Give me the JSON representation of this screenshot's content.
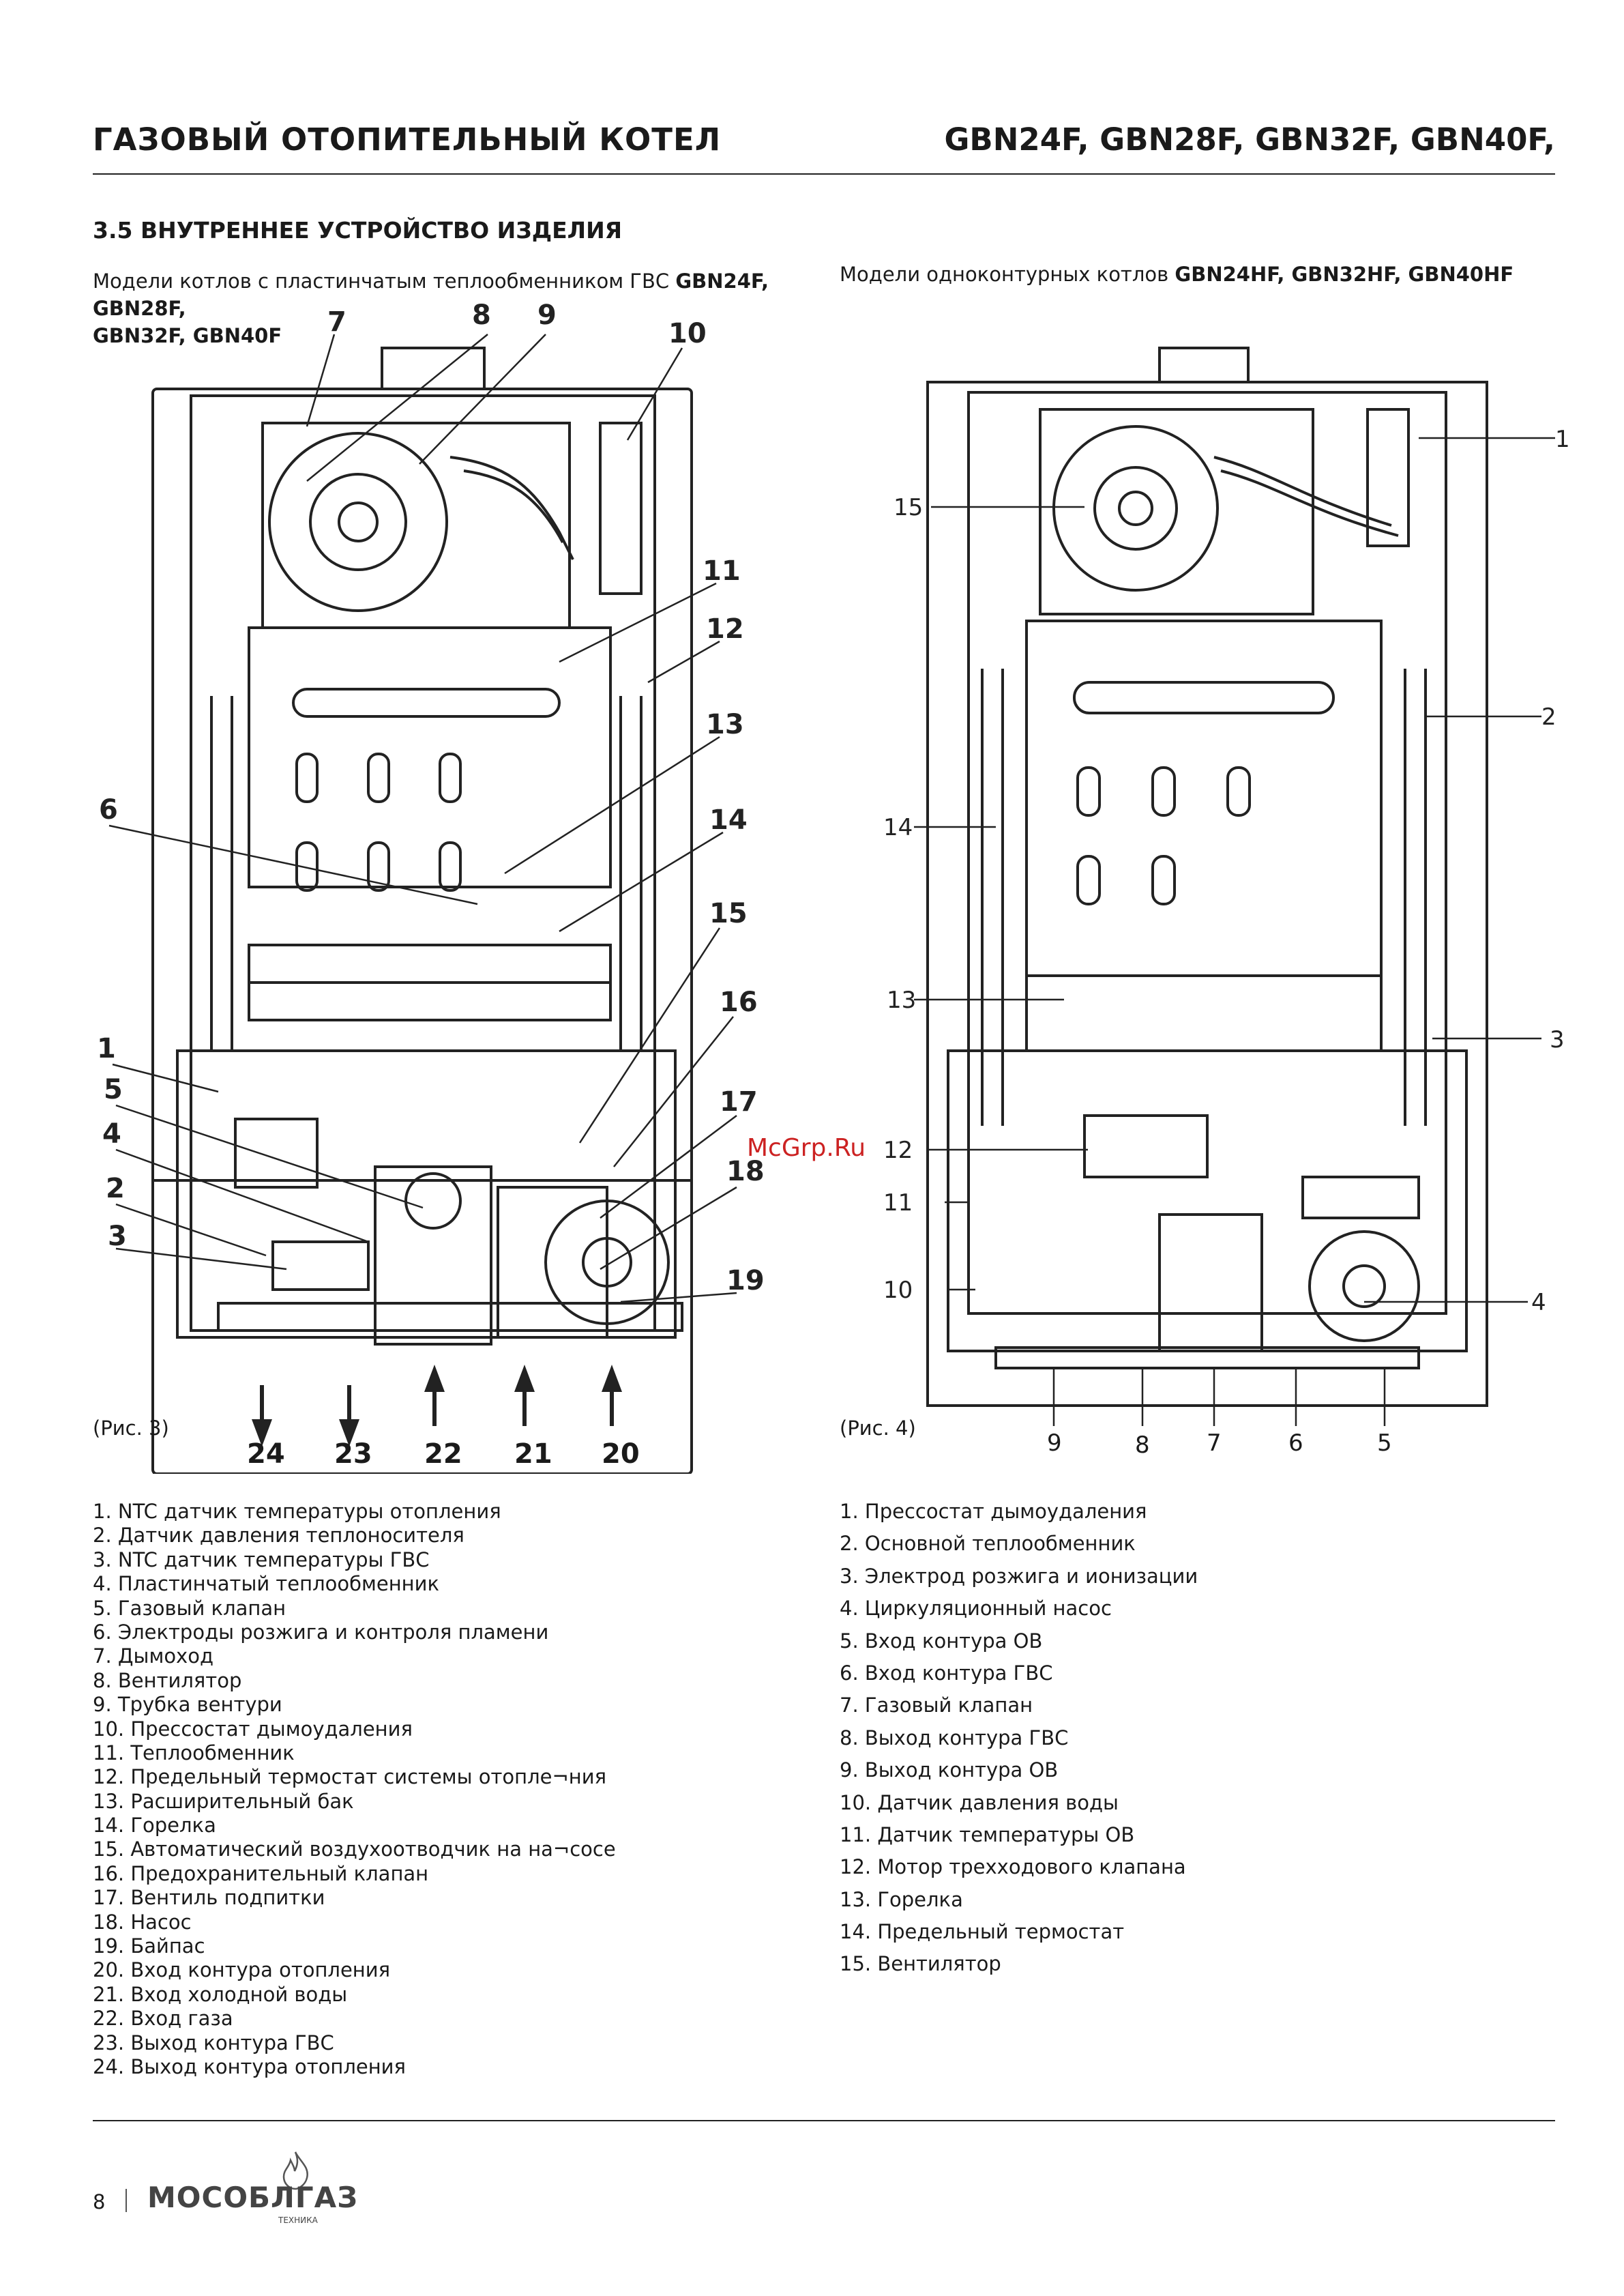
{
  "header": {
    "title": "ГАЗОВЫЙ ОТОПИТЕЛЬНЫЙ КОТЕЛ",
    "models": "GBN24F, GBN28F, GBN32F, GBN40F,"
  },
  "section_title": "3.5 ВНУТРЕННЕЕ УСТРОЙСТВО ИЗДЕЛИЯ",
  "left": {
    "desc_prefix": "Модели котлов с пластинчатым теплообменником ГВС ",
    "desc_models_a": "GBN24F, GBN28F,",
    "desc_models_b": "GBN32F, GBN40F",
    "caption": "(Рис. 3)",
    "callouts": [
      "1",
      "2",
      "3",
      "4",
      "5",
      "6",
      "7",
      "8",
      "9",
      "10",
      "11",
      "12",
      "13",
      "14",
      "15",
      "16",
      "17",
      "18",
      "19"
    ],
    "bottom_labels": [
      "24",
      "23",
      "22",
      "21",
      "20"
    ],
    "legend": [
      "1. NTC датчик температуры отопления",
      "2. Датчик давления теплоносителя",
      "3. NTC датчик температуры ГВС",
      "4. Пластинчатый теплообменник",
      "5. Газовый клапан",
      "6. Электроды розжига и контроля пламени",
      "7. Дымоход",
      "8. Вентилятор",
      "9. Трубка вентури",
      "10. Прессостат дымоудаления",
      "11. Теплообменник",
      "12. Предельный термостат системы отопле¬ния",
      "13. Расширительный бак",
      "14. Горелка",
      "15. Автоматический воздухоотводчик на на¬сосе",
      "16. Предохранительный клапан",
      "17. Вентиль подпитки",
      "18. Насос",
      "19. Байпас",
      "20. Вход контура отопления",
      "21. Вход холодной воды",
      "22. Вход газа",
      "23. Выход контура ГВС",
      "24. Выход контура отопления"
    ]
  },
  "right": {
    "desc_prefix": "Модели одноконтурных котлов ",
    "desc_models": "GBN24HF, GBN32HF, GBN40HF",
    "caption": "(Рис. 4)",
    "callouts": [
      "1",
      "2",
      "3",
      "4",
      "10",
      "11",
      "12",
      "13",
      "14",
      "15"
    ],
    "bottom_labels": [
      "9",
      "8",
      "7",
      "6",
      "5"
    ],
    "legend": [
      "1. Прессостат дымоудаления",
      "2. Основной теплообменник",
      "3. Электрод розжига и ионизации",
      "4. Циркуляционный насос",
      "5. Вход контура ОВ",
      "6. Вход контура ГВС",
      "7. Газовый клапан",
      "8. Выход контура ГВС",
      "9. Выход контура ОВ",
      "10. Датчик давления воды",
      "11. Датчик температуры ОВ",
      "12. Мотор трехходового клапана",
      "13. Горелка",
      "14. Предельный термостат",
      "15. Вентилятор"
    ]
  },
  "watermark": "McGrp.Ru",
  "footer": {
    "page_number": "8",
    "logo": "МОСОБЛГАЗ",
    "logo_sub": "ТЕХНИКА"
  }
}
